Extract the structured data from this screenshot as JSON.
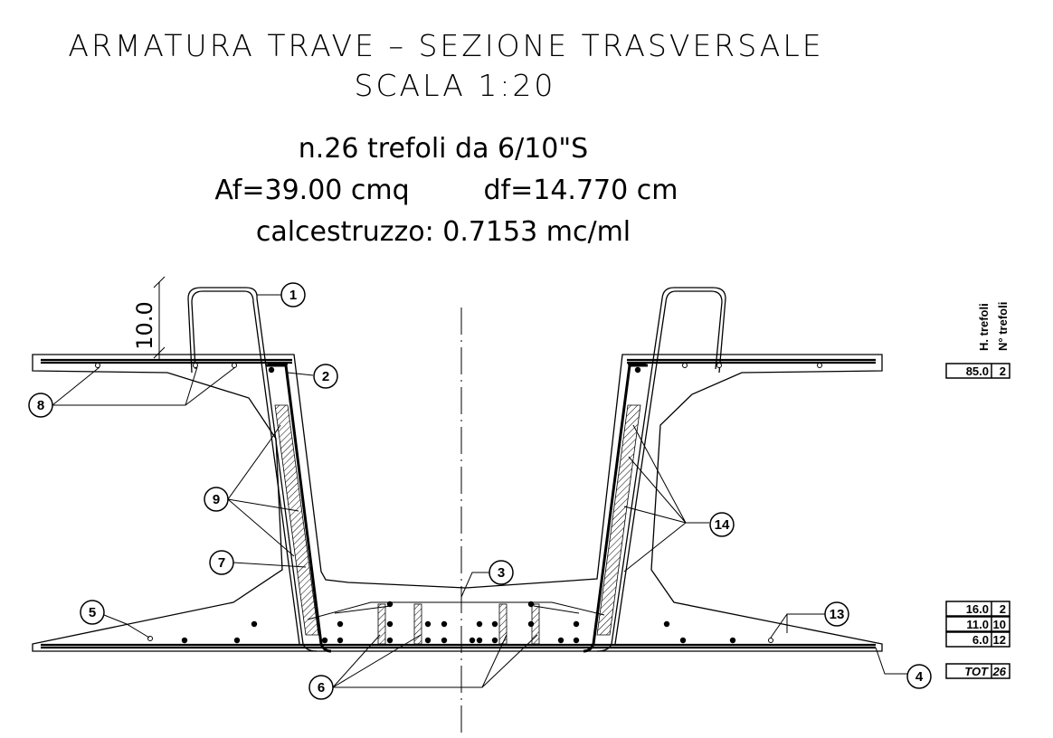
{
  "title": {
    "line1": "ARMATURA TRAVE – SEZIONE TRASVERSALE",
    "line2": "SCALA 1:20"
  },
  "info": {
    "strands": "n.26 trefoli da 6/10\"S",
    "af": "Af=39.00 cmq",
    "df": "df=14.770 cm",
    "concrete": "calcestruzzo: 0.7153 mc/ml"
  },
  "dimension": {
    "flange_text": "10.0"
  },
  "callouts": [
    "1",
    "2",
    "3",
    "4",
    "5",
    "6",
    "7",
    "8",
    "9",
    "13",
    "14"
  ],
  "table": {
    "header_height": "H. trefoli",
    "header_count": "N° trefoli",
    "rows": [
      {
        "h": "85.0",
        "n": "2"
      },
      {
        "h": "16.0",
        "n": "2"
      },
      {
        "h": "11.0",
        "n": "10"
      },
      {
        "h": "6.0",
        "n": "12"
      }
    ],
    "total_label": "TOT",
    "total_value": "26"
  }
}
